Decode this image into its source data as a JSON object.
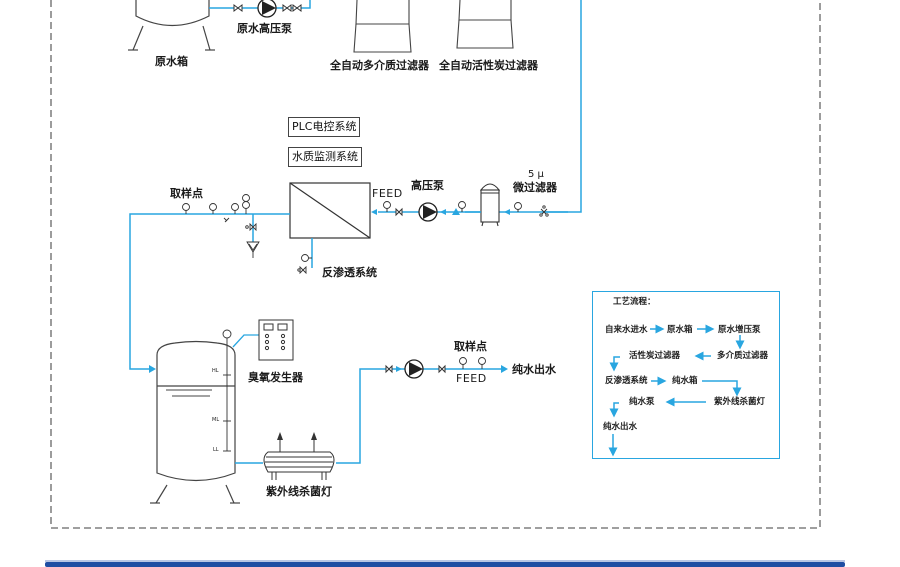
{
  "colors": {
    "pipe": "#29a6e0",
    "equipment": "#444444",
    "frame_dash": "#666666",
    "bottom_bar": "#1f4ea3"
  },
  "equipment": {
    "raw_tank": "原水箱",
    "raw_pump": "原水高压泵",
    "multimedia_filter": "全自动多介质过滤器",
    "carbon_filter": "全自动活性炭过滤器",
    "plc_system": "PLC电控系统",
    "water_monitor": "水质监测系统",
    "micro_filter_size": "5 μ",
    "micro_filter": "微过滤器",
    "hp_pump": "高压泵",
    "feed_label_1": "FEED",
    "sampling_point_1": "取样点",
    "ro_system": "反渗透系统",
    "ozone_generator": "臭氧发生器",
    "uv_sterilizer": "紫外线杀菌灯",
    "sampling_point_2": "取样点",
    "feed_label_2": "FEED",
    "pure_water_out": "纯水出水",
    "tank_levels": [
      "HL",
      "ML",
      "LL"
    ]
  },
  "process_legend": {
    "title": "工艺流程：",
    "rows": [
      [
        "自来水进水",
        "原水箱",
        "原水增压泵"
      ],
      [
        "活性炭过滤器",
        "多介质过滤器"
      ],
      [
        "反渗透系统",
        "纯水箱"
      ],
      [
        "纯水泵",
        "紫外线杀菌灯"
      ],
      [
        "纯水出水"
      ]
    ]
  }
}
